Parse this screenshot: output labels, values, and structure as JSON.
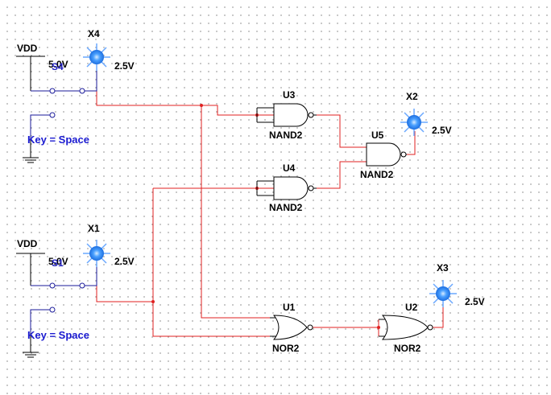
{
  "labels": {
    "vdd_top": "VDD",
    "vdd_bottom": "VDD",
    "vdd_top_value": "5.0V",
    "vdd_bottom_value": "5.0V",
    "switch_top_name": "S4",
    "switch_bottom_name": "S1",
    "key_top": "Key = Space",
    "key_bottom": "Key = Space",
    "x4_name": "X4",
    "x4_voltage": "2.5V",
    "x1_name": "X1",
    "x1_voltage": "2.5V",
    "x2_name": "X2",
    "x2_voltage": "2.5V",
    "x3_name": "X3",
    "x3_voltage": "2.5V",
    "u3_ref": "U3",
    "u3_type": "NAND2",
    "u4_ref": "U4",
    "u4_type": "NAND2",
    "u5_ref": "U5",
    "u5_type": "NAND2",
    "u1_ref": "U1",
    "u1_type": "NOR2",
    "u2_ref": "U2",
    "u2_type": "NOR2"
  },
  "colors": {
    "wire": "#e02020",
    "switch_wire": "#1a1a9a",
    "probe_glow": "#5aa8ff",
    "probe_core": "#1e7ff0",
    "key_text": "#1a1ad0"
  }
}
